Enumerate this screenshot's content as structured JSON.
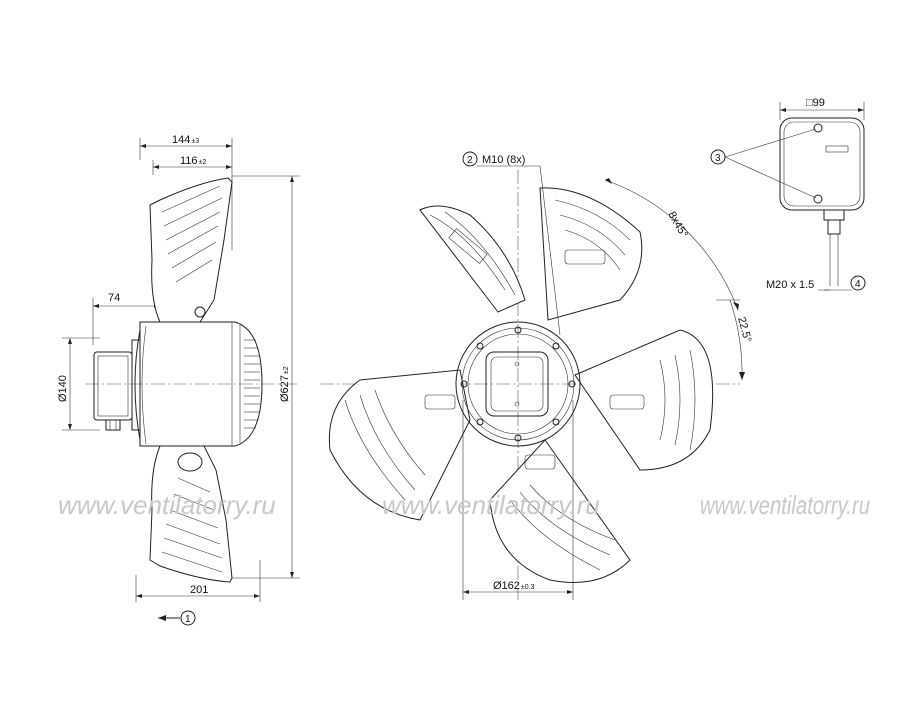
{
  "dimensions": {
    "side_view": {
      "depth_total": "144",
      "depth_total_tol": "±3",
      "depth_inner": "116",
      "depth_inner_tol": "±2",
      "terminal_offset": "74",
      "box_diameter": "Ø140",
      "fan_diameter": "Ø627",
      "fan_diameter_tol": "±2",
      "overall_depth": "201"
    },
    "front_view": {
      "mount_thread": "M10 (8x)",
      "angle_division": "8x45°",
      "angle_offset": "22.5°",
      "hub_diameter": "Ø162",
      "hub_diameter_tol": "±0.3"
    },
    "terminal_box": {
      "size": "□99",
      "cable_gland": "M20 x 1.5"
    }
  },
  "callouts": {
    "c1": "1",
    "c2": "2",
    "c3": "3",
    "c4": "4"
  },
  "watermark": {
    "text": "www.ventilatorry.ru",
    "color": "#c8c8c8"
  },
  "colors": {
    "line": "#222222",
    "background": "#ffffff"
  }
}
